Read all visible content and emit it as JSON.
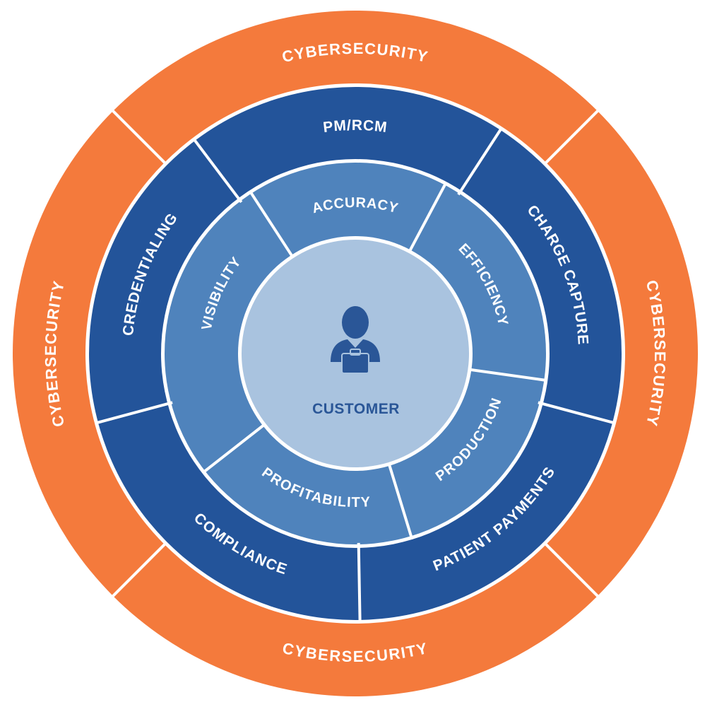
{
  "colors": {
    "outer": "#f47a3c",
    "middle": "#23549a",
    "inner": "#4f83bc",
    "center": "#a9c3df",
    "center_text": "#2a5697",
    "divider": "#ffffff"
  },
  "outer_ring": {
    "segments": [
      {
        "label": "CYBERSECURITY",
        "mid": 0
      },
      {
        "label": "CYBERSECURITY",
        "mid": 90
      },
      {
        "label": "CYBERSECURITY",
        "mid": 180
      },
      {
        "label": "CYBERSECURITY",
        "mid": 270
      }
    ],
    "dividers": [
      45,
      135,
      225,
      315
    ]
  },
  "middle_ring": {
    "segments": [
      {
        "label": "PM/RCM",
        "mid": 0
      },
      {
        "label": "CHARGE CAPTURE",
        "mid": 69
      },
      {
        "label": "PATIENT PAYMENTS",
        "mid": 140
      },
      {
        "label": "COMPLIANCE",
        "mid": 211
      },
      {
        "label": "CREDENTIALING",
        "mid": 291
      }
    ],
    "dividers": [
      323,
      33,
      105,
      179,
      255
    ]
  },
  "inner_ring": {
    "segments": [
      {
        "label": "ACCURACY",
        "mid": 0
      },
      {
        "label": "EFFICIENCY",
        "mid": 62
      },
      {
        "label": "PRODUCTION",
        "mid": 127
      },
      {
        "label": "PROFITABILITY",
        "mid": 196
      },
      {
        "label": "VISIBILITY",
        "mid": 294
      }
    ],
    "dividers": [
      327,
      28,
      98,
      163,
      232
    ]
  },
  "center": {
    "label": "CUSTOMER",
    "icon": "businessman-icon"
  }
}
